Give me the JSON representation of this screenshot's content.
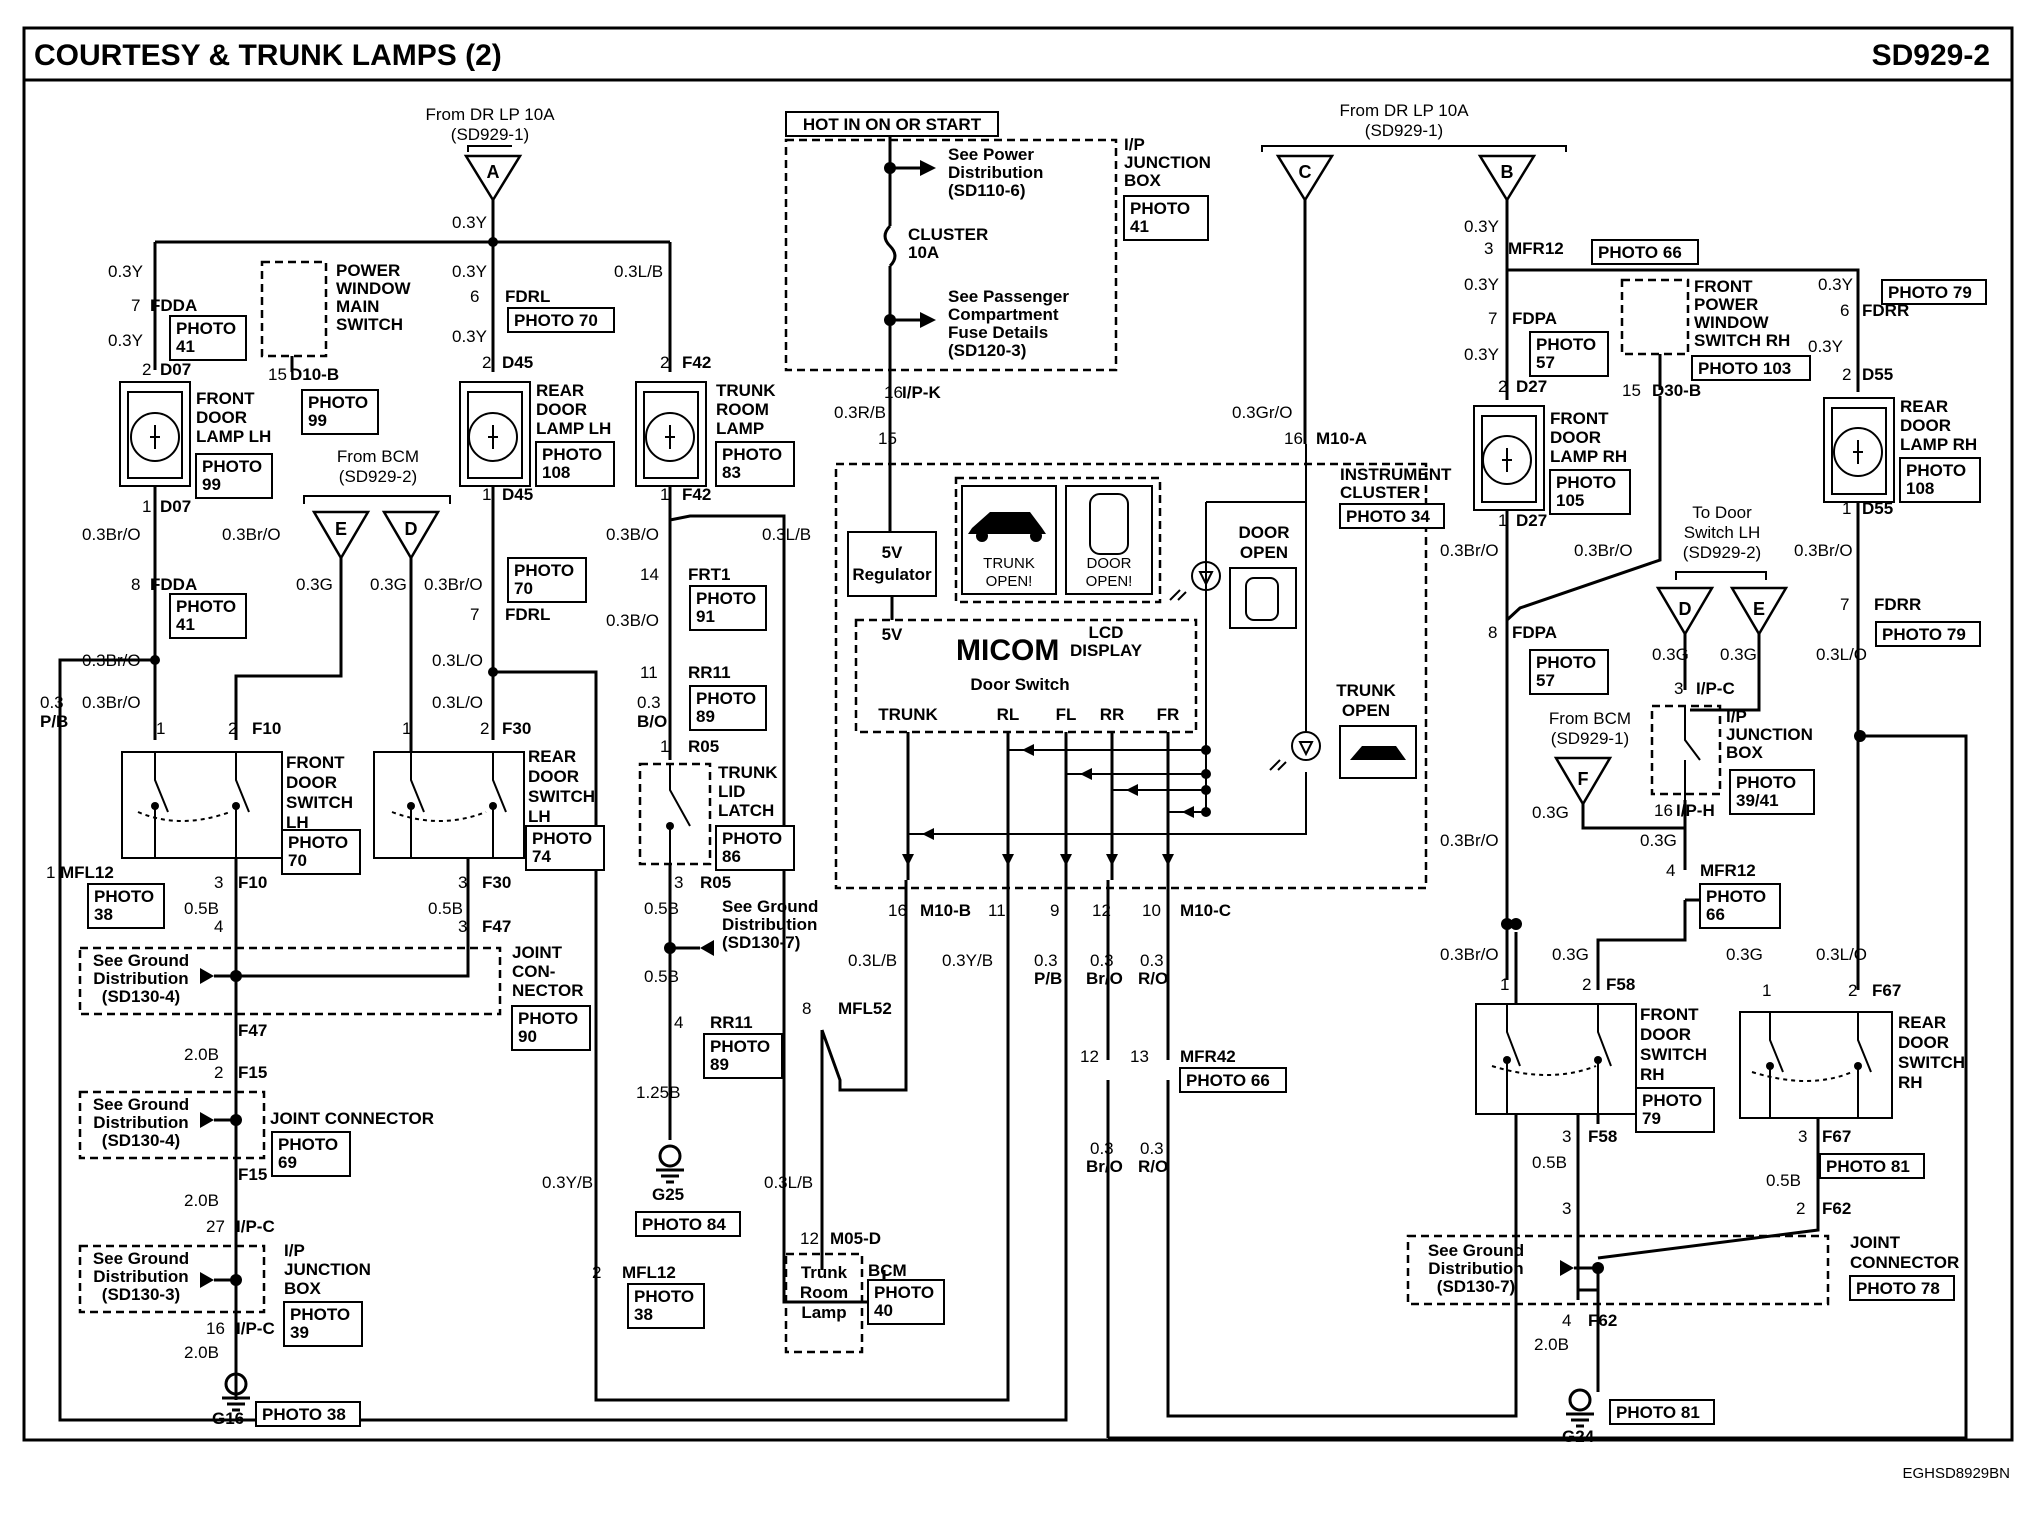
{
  "title": "COURTESY & TRUNK LAMPS (2)",
  "page_code": "SD929-2",
  "footer_code": "EGHSD8929BN",
  "hot_label": "HOT IN ON OR START",
  "sources": {
    "dr_lp_left": [
      "From DR LP 10A",
      "(SD929-1)"
    ],
    "dr_lp_right": [
      "From DR LP 10A",
      "(SD929-1)"
    ],
    "bcm_left": [
      "From BCM",
      "(SD929-2)"
    ],
    "bcm_right": [
      "From BCM",
      "(SD929-1)"
    ],
    "door_switch_lh": [
      "To Door",
      "Switch LH",
      "(SD929-2)"
    ]
  },
  "connectors": [
    "A",
    "B",
    "C",
    "D",
    "E",
    "F"
  ],
  "ijb_top": {
    "label": [
      "I/P",
      "JUNCTION",
      "BOX"
    ],
    "photo": "PHOTO 41",
    "see_power": [
      "See Power",
      "Distribution",
      "(SD110-6)"
    ],
    "fuse": [
      "CLUSTER",
      "10A"
    ],
    "see_pass": [
      "See Passenger",
      "Compartment",
      "Fuse Details",
      "(SD120-3)"
    ]
  },
  "cluster": {
    "label": [
      "INSTRUMENT",
      "CLUSTER"
    ],
    "photo": "PHOTO 34",
    "regulator": [
      "5V",
      "Regulator"
    ],
    "v5": "5V",
    "micom": "MICOM",
    "lcd": [
      "LCD",
      "DISPLAY"
    ],
    "door_switch": "Door Switch",
    "inputs": [
      "TRUNK",
      "RL",
      "FL",
      "RR",
      "FR"
    ],
    "trunk_open_lcd": [
      "TRUNK",
      "OPEN!"
    ],
    "door_open_lcd": [
      "DOOR",
      "OPEN!"
    ],
    "door_open": [
      "DOOR",
      "OPEN"
    ],
    "trunk_open": [
      "TRUNK",
      "OPEN"
    ]
  },
  "components": {
    "front_door_lamp_lh": [
      "FRONT",
      "DOOR",
      "LAMP LH"
    ],
    "rear_door_lamp_lh": [
      "REAR",
      "DOOR",
      "LAMP LH"
    ],
    "trunk_room_lamp": [
      "TRUNK",
      "ROOM",
      "LAMP"
    ],
    "front_door_lamp_rh": [
      "FRONT",
      "DOOR",
      "LAMP RH"
    ],
    "rear_door_lamp_rh": [
      "REAR",
      "DOOR",
      "LAMP RH"
    ],
    "pw_main_switch": [
      "POWER",
      "WINDOW",
      "MAIN",
      "SWITCH"
    ],
    "front_pw_switch_rh": [
      "FRONT",
      "POWER",
      "WINDOW",
      "SWITCH RH"
    ],
    "front_door_switch_lh": [
      "FRONT",
      "DOOR",
      "SWITCH",
      "LH"
    ],
    "rear_door_switch_lh": [
      "REAR",
      "DOOR",
      "SWITCH",
      "LH"
    ],
    "trunk_lid_latch": [
      "TRUNK",
      "LID",
      "LATCH"
    ],
    "front_door_switch_rh": [
      "FRONT",
      "DOOR",
      "SWITCH",
      "RH"
    ],
    "rear_door_switch_rh": [
      "REAR",
      "DOOR",
      "SWITCH",
      "RH"
    ],
    "joint_connector_1": [
      "JOINT",
      "CON-",
      "NECTOR"
    ],
    "joint_connector_2": "JOINT CONNECTOR",
    "ijb_lower": [
      "I/P",
      "JUNCTION",
      "BOX"
    ],
    "ijb_right": [
      "I/P",
      "JUNCTION",
      "BOX"
    ],
    "joint_connector_rh": [
      "JOINT",
      "CONNECTOR"
    ],
    "bcm": "BCM",
    "trunk_room_lamp_bcm": [
      "Trunk",
      "Room",
      "Lamp"
    ]
  },
  "grounds": {
    "see_ground_4": [
      "See Ground",
      "Distribution",
      "(SD130-4)"
    ],
    "see_ground_3": [
      "See Ground",
      "Distribution",
      "(SD130-3)"
    ],
    "see_ground_7": [
      "See Ground",
      "Distribution",
      "(SD130-7)"
    ],
    "g16": "G16",
    "g25": "G25",
    "g24": "G24"
  },
  "photos": {
    "p41a": [
      "PHOTO",
      "41"
    ],
    "p99a": [
      "PHOTO",
      "99"
    ],
    "p99b": [
      "PHOTO",
      "99"
    ],
    "p70a": "PHOTO 70",
    "p108a": [
      "PHOTO",
      "108"
    ],
    "p83": [
      "PHOTO",
      "83"
    ],
    "p41b": [
      "PHOTO",
      "41"
    ],
    "p70b": [
      "PHOTO",
      "70"
    ],
    "p91": [
      "PHOTO",
      "91"
    ],
    "p89a": [
      "PHOTO",
      "89"
    ],
    "p70c": [
      "PHOTO",
      "70"
    ],
    "p74": [
      "PHOTO",
      "74"
    ],
    "p38a": [
      "PHOTO",
      "38"
    ],
    "p86": [
      "PHOTO",
      "86"
    ],
    "p90": [
      "PHOTO",
      "90"
    ],
    "p89b": [
      "PHOTO",
      "89"
    ],
    "p69": [
      "PHOTO",
      "69"
    ],
    "p39": [
      "PHOTO",
      "39"
    ],
    "p38b": [
      "PHOTO",
      "38"
    ],
    "p38g": "PHOTO 38",
    "p84": "PHOTO 84",
    "p40": [
      "PHOTO",
      "40"
    ],
    "p66a": "PHOTO 66",
    "p57a": [
      "PHOTO",
      "57"
    ],
    "p103": "PHOTO 103",
    "p79a": "PHOTO 79",
    "p105": [
      "PHOTO",
      "105"
    ],
    "p108b": [
      "PHOTO",
      "108"
    ],
    "p57b": [
      "PHOTO",
      "57"
    ],
    "p79b": "PHOTO 79",
    "p3941": [
      "PHOTO",
      "39/41"
    ],
    "p66b": [
      "PHOTO",
      "66"
    ],
    "p66c": "PHOTO 66",
    "p79c": [
      "PHOTO",
      "79"
    ],
    "p81a": "PHOTO 81",
    "p78": "PHOTO 78",
    "p81g": "PHOTO 81"
  },
  "labels": [
    [
      "0.3Y",
      452,
      228
    ],
    [
      "0.3Y",
      108,
      277
    ],
    [
      "7",
      131,
      311
    ],
    [
      "FDDA",
      150,
      311
    ],
    [
      "0.3Y",
      108,
      346
    ],
    [
      "2",
      142,
      375
    ],
    [
      "D07",
      160,
      375
    ],
    [
      "15",
      268,
      380
    ],
    [
      "D10-B",
      290,
      380
    ],
    [
      "0.3Y",
      452,
      277
    ],
    [
      "6",
      470,
      302
    ],
    [
      "FDRL",
      505,
      302
    ],
    [
      "0.3Y",
      452,
      342
    ],
    [
      "2",
      482,
      368
    ],
    [
      "D45",
      502,
      368
    ],
    [
      "0.3L/B",
      614,
      277
    ],
    [
      "2",
      660,
      368
    ],
    [
      "F42",
      682,
      368
    ],
    [
      "1",
      142,
      512
    ],
    [
      "D07",
      160,
      512
    ],
    [
      "1",
      482,
      500
    ],
    [
      "D45",
      502,
      500
    ],
    [
      "1",
      660,
      500
    ],
    [
      "F42",
      682,
      500
    ],
    [
      "0.3Br/O",
      82,
      540
    ],
    [
      "0.3Br/O",
      222,
      540
    ],
    [
      "0.3G",
      296,
      590
    ],
    [
      "0.3G",
      370,
      590
    ],
    [
      "0.3Br/O",
      424,
      590
    ],
    [
      "8",
      131,
      590
    ],
    [
      "FDDA",
      150,
      590
    ],
    [
      "7",
      470,
      620
    ],
    [
      "FDRL",
      505,
      620
    ],
    [
      "0.3B/O",
      606,
      540
    ],
    [
      "0.3L/B",
      762,
      540
    ],
    [
      "14",
      640,
      580
    ],
    [
      "FRT1",
      688,
      580
    ],
    [
      "0.3B/O",
      606,
      626
    ],
    [
      "11",
      640,
      678
    ],
    [
      "RR11",
      688,
      678
    ],
    [
      "0.3",
      637,
      708
    ],
    [
      "B/O",
      637,
      727
    ],
    [
      "1",
      660,
      752
    ],
    [
      "R05",
      688,
      752
    ],
    [
      "0.3Br/O",
      82,
      666
    ],
    [
      "0.3",
      40,
      708
    ],
    [
      "P/B",
      40,
      727
    ],
    [
      "0.3Br/O",
      82,
      708
    ],
    [
      "1",
      156,
      734
    ],
    [
      "2",
      228,
      734
    ],
    [
      "F10",
      252,
      734
    ],
    [
      "0.3L/O",
      432,
      666
    ],
    [
      "0.3L/O",
      432,
      708
    ],
    [
      "1",
      402,
      734
    ],
    [
      "2",
      480,
      734
    ],
    [
      "F30",
      502,
      734
    ],
    [
      "1",
      46,
      878
    ],
    [
      "MFL12",
      60,
      878
    ],
    [
      "3",
      214,
      888
    ],
    [
      "F10",
      238,
      888
    ],
    [
      "0.5B",
      184,
      914
    ],
    [
      "4",
      214,
      932
    ],
    [
      "3",
      458,
      888
    ],
    [
      "F30",
      482,
      888
    ],
    [
      "0.5B",
      428,
      914
    ],
    [
      "3",
      458,
      932
    ],
    [
      "F47",
      482,
      932
    ],
    [
      "3",
      674,
      888
    ],
    [
      "R05",
      700,
      888
    ],
    [
      "0.5B",
      644,
      914
    ],
    [
      "0.5B",
      644,
      982
    ],
    [
      "4",
      674,
      1028
    ],
    [
      "RR11",
      710,
      1028
    ],
    [
      "1.25B",
      636,
      1098
    ],
    [
      "F47",
      238,
      1036
    ],
    [
      "2.0B",
      184,
      1060
    ],
    [
      "2",
      214,
      1078
    ],
    [
      "F15",
      238,
      1078
    ],
    [
      "F15",
      238,
      1180
    ],
    [
      "2.0B",
      184,
      1206
    ],
    [
      "27",
      206,
      1232
    ],
    [
      "I/P-C",
      236,
      1232
    ],
    [
      "16",
      206,
      1334
    ],
    [
      "I/P-C",
      236,
      1334
    ],
    [
      "2.0B",
      184,
      1358
    ],
    [
      "0.3Y/B",
      542,
      1188
    ],
    [
      "2",
      592,
      1278
    ],
    [
      "MFL12",
      622,
      1278
    ],
    [
      "8",
      802,
      1014
    ],
    [
      "MFL52",
      838,
      1014
    ],
    [
      "0.3L/B",
      764,
      1188
    ],
    [
      "12",
      800,
      1244
    ],
    [
      "M05-D",
      830,
      1244
    ],
    [
      "16",
      884,
      398
    ],
    [
      "I/P-K",
      902,
      398
    ],
    [
      "0.3R/B",
      834,
      418
    ],
    [
      "15",
      878,
      444
    ],
    [
      "16",
      1284,
      444
    ],
    [
      "M10-A",
      1316,
      444
    ],
    [
      "0.3Gr/O",
      1232,
      418
    ],
    [
      "16",
      888,
      916
    ],
    [
      "M10-B",
      920,
      916
    ],
    [
      "11",
      988,
      916
    ],
    [
      "9",
      1050,
      916
    ],
    [
      "12",
      1092,
      916
    ],
    [
      "10",
      1142,
      916
    ],
    [
      "M10-C",
      1180,
      916
    ],
    [
      "0.3L/B",
      848,
      966
    ],
    [
      "0.3Y/B",
      942,
      966
    ],
    [
      "0.3",
      1034,
      966
    ],
    [
      "P/B",
      1034,
      984
    ],
    [
      "0.3",
      1090,
      966
    ],
    [
      "Br/O",
      1086,
      984
    ],
    [
      "0.3",
      1140,
      966
    ],
    [
      "R/O",
      1138,
      984
    ],
    [
      "12",
      1080,
      1062
    ],
    [
      "13",
      1130,
      1062
    ],
    [
      "MFR42",
      1180,
      1062
    ],
    [
      "0.3",
      1090,
      1154
    ],
    [
      "Br/O",
      1086,
      1172
    ],
    [
      "0.3",
      1140,
      1154
    ],
    [
      "R/O",
      1138,
      1172
    ],
    [
      "0.3Y",
      1464,
      232
    ],
    [
      "3",
      1484,
      254
    ],
    [
      "MFR12",
      1508,
      254
    ],
    [
      "0.3Y",
      1464,
      290
    ],
    [
      "7",
      1488,
      324
    ],
    [
      "FDPA",
      1512,
      324
    ],
    [
      "0.3Y",
      1464,
      360
    ],
    [
      "2",
      1498,
      392
    ],
    [
      "D27",
      1516,
      392
    ],
    [
      "15",
      1622,
      396
    ],
    [
      "D30-B",
      1652,
      396
    ],
    [
      "0.3Y",
      1818,
      290
    ],
    [
      "6",
      1840,
      316
    ],
    [
      "FDRR",
      1862,
      316
    ],
    [
      "0.3Y",
      1808,
      352
    ],
    [
      "2",
      1842,
      380
    ],
    [
      "D55",
      1862,
      380
    ],
    [
      "1",
      1498,
      526
    ],
    [
      "D27",
      1516,
      526
    ],
    [
      "1",
      1842,
      514
    ],
    [
      "D55",
      1862,
      514
    ],
    [
      "0.3Br/O",
      1440,
      556
    ],
    [
      "0.3Br/O",
      1574,
      556
    ],
    [
      "0.3Br/O",
      1794,
      556
    ],
    [
      "7",
      1840,
      610
    ],
    [
      "FDRR",
      1874,
      610
    ],
    [
      "8",
      1488,
      638
    ],
    [
      "FDPA",
      1512,
      638
    ],
    [
      "0.3G",
      1652,
      660
    ],
    [
      "0.3G",
      1720,
      660
    ],
    [
      "0.3L/O",
      1816,
      660
    ],
    [
      "3",
      1674,
      694
    ],
    [
      "I/P-C",
      1696,
      694
    ],
    [
      "0.3G",
      1532,
      818
    ],
    [
      "16",
      1654,
      816
    ],
    [
      "I/P-H",
      1676,
      816
    ],
    [
      "0.3G",
      1640,
      846
    ],
    [
      "0.3Br/O",
      1440,
      846
    ],
    [
      "4",
      1666,
      876
    ],
    [
      "MFR12",
      1700,
      876
    ],
    [
      "0.3Br/O",
      1440,
      960
    ],
    [
      "0.3G",
      1552,
      960
    ],
    [
      "0.3G",
      1726,
      960
    ],
    [
      "0.3L/O",
      1816,
      960
    ],
    [
      "1",
      1500,
      990
    ],
    [
      "2",
      1582,
      990
    ],
    [
      "F58",
      1606,
      990
    ],
    [
      "1",
      1762,
      996
    ],
    [
      "2",
      1848,
      996
    ],
    [
      "F67",
      1872,
      996
    ],
    [
      "3",
      1562,
      1142
    ],
    [
      "F58",
      1588,
      1142
    ],
    [
      "0.5B",
      1532,
      1168
    ],
    [
      "3",
      1562,
      1214
    ],
    [
      "3",
      1798,
      1142
    ],
    [
      "F67",
      1822,
      1142
    ],
    [
      "0.5B",
      1766,
      1186
    ],
    [
      "2",
      1796,
      1214
    ],
    [
      "F62",
      1822,
      1214
    ],
    [
      "4",
      1562,
      1326
    ],
    [
      "F62",
      1588,
      1326
    ],
    [
      "2.0B",
      1534,
      1350
    ]
  ]
}
